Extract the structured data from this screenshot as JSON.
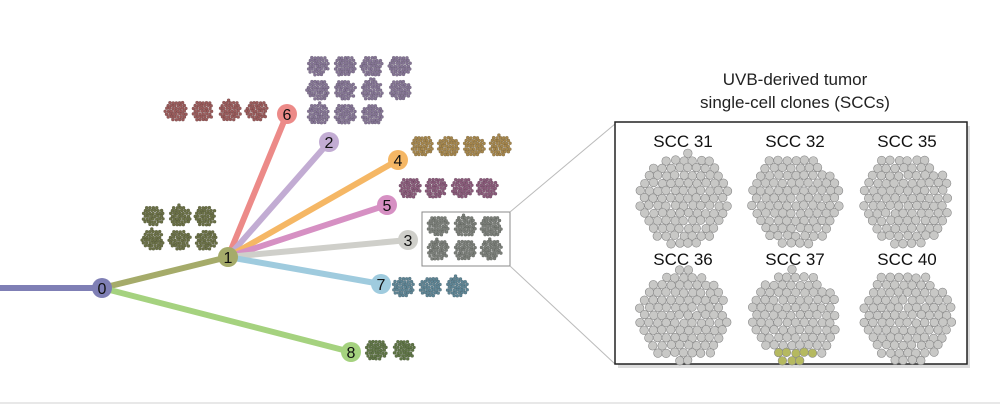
{
  "title_line1": "UVB-derived tumor",
  "title_line2": "single-cell clones (SCCs)",
  "tree": {
    "nodes": [
      {
        "id": "0",
        "color": "#7f7fb5",
        "parent": null,
        "clone_color": null,
        "clones": 0
      },
      {
        "id": "1",
        "color": "#a5ab6a",
        "parent": "0",
        "clone_color": "#6a7045",
        "clones": 6
      },
      {
        "id": "6",
        "color": "#ec8a88",
        "parent": "1",
        "clone_color": "#9a5a5a",
        "clones": 4
      },
      {
        "id": "2",
        "color": "#c2acd3",
        "parent": "1",
        "clone_color": "#857595",
        "clones": 11
      },
      {
        "id": "4",
        "color": "#f5b765",
        "parent": "1",
        "clone_color": "#a5864c",
        "clones": 4
      },
      {
        "id": "5",
        "color": "#d690c3",
        "parent": "1",
        "clone_color": "#8a5a7a",
        "clones": 4
      },
      {
        "id": "3",
        "color": "#cfcfca",
        "parent": "1",
        "clone_color": "#7a7e78",
        "clones": 6
      },
      {
        "id": "7",
        "color": "#9fcbde",
        "parent": "1",
        "clone_color": "#5e8595",
        "clones": 3
      },
      {
        "id": "8",
        "color": "#a5d27f",
        "parent": "0",
        "clone_color": "#5f7545",
        "clones": 2
      }
    ]
  },
  "inset": {
    "clones": [
      {
        "label": "SCC 31",
        "highlight": false
      },
      {
        "label": "SCC 32",
        "highlight": false
      },
      {
        "label": "SCC 35",
        "highlight": false
      },
      {
        "label": "SCC 36",
        "highlight": false
      },
      {
        "label": "SCC 37",
        "highlight": true
      },
      {
        "label": "SCC 40",
        "highlight": false
      }
    ],
    "cell_color": "#c8c8c6",
    "highlight_color": "#b5b960"
  }
}
